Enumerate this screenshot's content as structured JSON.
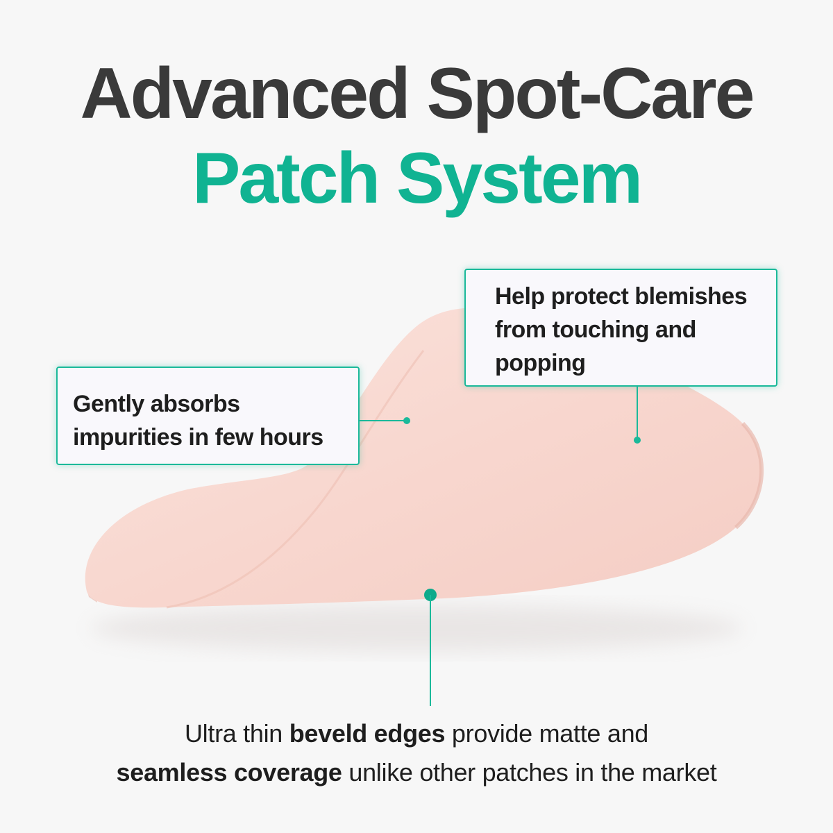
{
  "headline": {
    "line1": "Advanced Spot-Care",
    "line2": "Patch System"
  },
  "colors": {
    "headline_dark": "#3a3a3a",
    "accent_green": "#10b392",
    "patch_pink": "#f8d7cf",
    "background": "#f7f7f7"
  },
  "callouts": {
    "left": {
      "line1": "Gently absorbs",
      "line2": "impurities in few hours"
    },
    "right": {
      "line1": "Help protect blemishes",
      "line2": "from touching and",
      "line3": "popping"
    }
  },
  "bottom": {
    "line1_pre": "Ultra thin ",
    "line1_bold": "beveld edges",
    "line1_post": " provide matte and",
    "line2_bold": "seamless coverage",
    "line2_post": " unlike other patches in the market"
  }
}
